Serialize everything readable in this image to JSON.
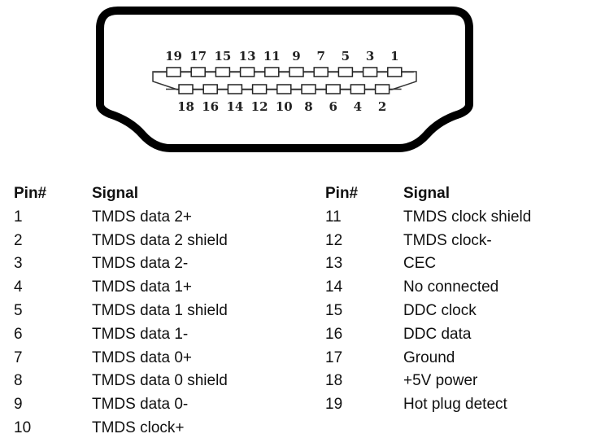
{
  "diagram": {
    "top_row_pins": [
      "19",
      "17",
      "15",
      "13",
      "11",
      "9",
      "7",
      "5",
      "3",
      "1"
    ],
    "bottom_row_pins": [
      "18",
      "16",
      "14",
      "12",
      "10",
      "8",
      "6",
      "4",
      "2"
    ]
  },
  "table": {
    "headers": {
      "pin": "Pin#",
      "signal": "Signal"
    },
    "left": [
      {
        "pin": "1",
        "signal": "TMDS data 2+"
      },
      {
        "pin": "2",
        "signal": "TMDS data 2 shield"
      },
      {
        "pin": "3",
        "signal": "TMDS data 2-"
      },
      {
        "pin": "4",
        "signal": "TMDS data 1+"
      },
      {
        "pin": "5",
        "signal": "TMDS data 1 shield"
      },
      {
        "pin": "6",
        "signal": "TMDS data 1-"
      },
      {
        "pin": "7",
        "signal": "TMDS data 0+"
      },
      {
        "pin": "8",
        "signal": "TMDS data 0 shield"
      },
      {
        "pin": "9",
        "signal": "TMDS data 0-"
      },
      {
        "pin": "10",
        "signal": "TMDS clock+"
      }
    ],
    "right": [
      {
        "pin": "11",
        "signal": "TMDS clock shield"
      },
      {
        "pin": "12",
        "signal": "TMDS clock-"
      },
      {
        "pin": "13",
        "signal": "CEC"
      },
      {
        "pin": "14",
        "signal": "No connected"
      },
      {
        "pin": "15",
        "signal": "DDC clock"
      },
      {
        "pin": "16",
        "signal": "DDC data"
      },
      {
        "pin": "17",
        "signal": "Ground"
      },
      {
        "pin": "18",
        "signal": "+5V power"
      },
      {
        "pin": "19",
        "signal": "Hot plug detect"
      }
    ]
  }
}
